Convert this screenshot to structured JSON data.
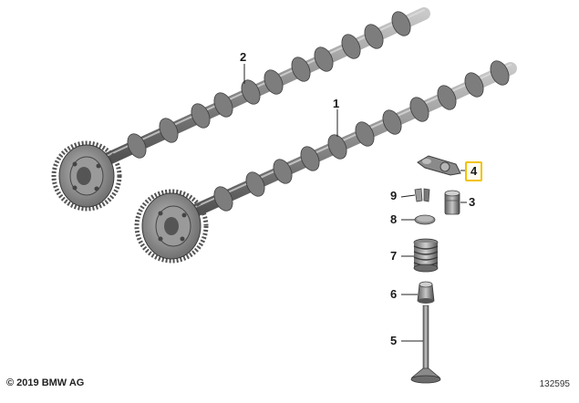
{
  "callouts": {
    "c1": "1",
    "c2": "2",
    "c3": "3",
    "c4": "4",
    "c5": "5",
    "c6": "6",
    "c7": "7",
    "c8": "8",
    "c9": "9"
  },
  "highlight_color": "#f2c200",
  "footer": {
    "copyright": "© 2019 BMW AG",
    "diagram_number": "132595"
  }
}
